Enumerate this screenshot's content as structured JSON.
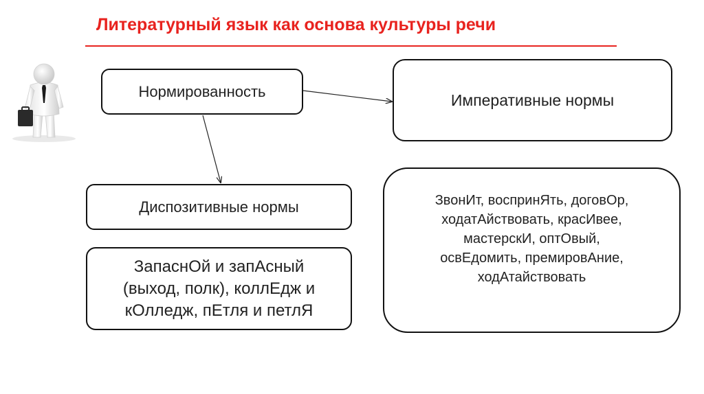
{
  "title": "Литературный язык как основа культуры речи",
  "colors": {
    "title": "#e8231f",
    "rule": "#e8231f",
    "border": "#111111",
    "text": "#222222"
  },
  "figure_icon": "businessman-with-briefcase-icon",
  "nodes": {
    "normativity": "Нормированность",
    "imperative": "Императивные нормы",
    "dispositive": "Диспозитивные нормы",
    "dispositive_examples": "ЗапаснОй и запАсный\n(выход, полк), коллЕдж и\nкОлледж, пЕтля и петлЯ",
    "imperative_examples": "ЗвонИт, воспринЯть, договОр,\nходатАйствовать,  красИвее,\nмастерскИ, оптОвый,\nосвЕдомить, премировАние,\nходАтайствовать"
  }
}
